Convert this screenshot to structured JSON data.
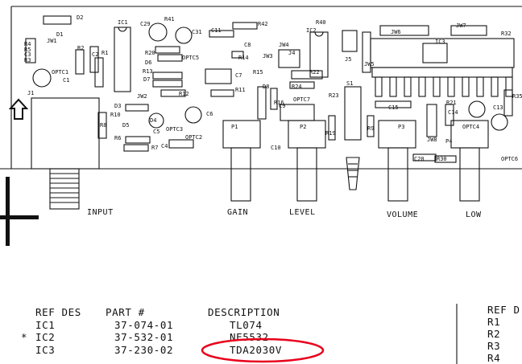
{
  "board": {
    "components": {
      "d2": "D2",
      "d1": "D1",
      "r4": "R4",
      "r5": "R5",
      "jw1": "JW1",
      "c3": "C3",
      "r3": "R3",
      "r2": "R2",
      "c2": "C2",
      "r1": "R1",
      "optc1": "OPTC1",
      "c1": "C1",
      "j1": "J1",
      "ic1": "IC1",
      "c29": "C29",
      "r41": "R41",
      "c31": "C31",
      "r20": "R20",
      "optc5": "OPTC5",
      "d6": "D6",
      "r13": "R13",
      "d7": "D7",
      "r12": "R12",
      "c11": "C11",
      "r42": "R42",
      "c8": "C8",
      "r14": "R14",
      "c7": "C7",
      "r11": "R11",
      "r15": "R15",
      "d8": "D8",
      "r16": "R16",
      "jw3": "JW3",
      "jw4": "JW4",
      "ic2": "IC2",
      "r40": "R40",
      "j4": "J4",
      "j5": "J5",
      "jw5": "JW5",
      "r22": "R22",
      "r24": "R24",
      "r23": "R23",
      "s1": "S1",
      "jw6": "JW6",
      "ic3": "IC3",
      "jw7": "JW7",
      "r32": "R32",
      "c15": "C15",
      "c9": "C9",
      "optc7": "OPTC7",
      "jw2": "JW2",
      "d3": "D3",
      "r10": "R10",
      "d4": "D4",
      "d5": "D5",
      "c5": "C5",
      "r6": "R6",
      "r7": "R7",
      "optc3": "OPTC3",
      "c6": "C6",
      "optc2": "OPTC2",
      "c4": "C4",
      "p1": "P1",
      "p2": "P2",
      "c10": "C10",
      "r19": "R19",
      "r9": "R9",
      "p3": "P3",
      "c20": "C20",
      "jw8": "JW8",
      "r30": "R30",
      "r21": "R21",
      "c14": "C14",
      "optc4": "OPTC4",
      "c13": "C13",
      "p4": "P4",
      "optc6": "OPTC6",
      "r35": "R35",
      "r8": "R8"
    },
    "controls": {
      "input": "INPUT",
      "gain": "GAIN",
      "level": "LEVEL",
      "volume": "VOLUME",
      "low": "LOW"
    }
  },
  "parts_table": {
    "headers": {
      "ref_des": "REF DES",
      "part": "PART #",
      "description": "DESCRIPTION"
    },
    "rows": [
      {
        "marker": "",
        "ref": "IC1",
        "part": "37-074-01",
        "desc": "TL074"
      },
      {
        "marker": "*",
        "ref": "IC2",
        "part": "37-532-01",
        "desc": "NE5532"
      },
      {
        "marker": "",
        "ref": "IC3",
        "part": "37-230-02",
        "desc": "TDA2030V"
      }
    ],
    "highlight_color": "#e8001c"
  },
  "second_table": {
    "header": "REF D",
    "rows": [
      "R1",
      "R2",
      "R3",
      "R4"
    ]
  }
}
